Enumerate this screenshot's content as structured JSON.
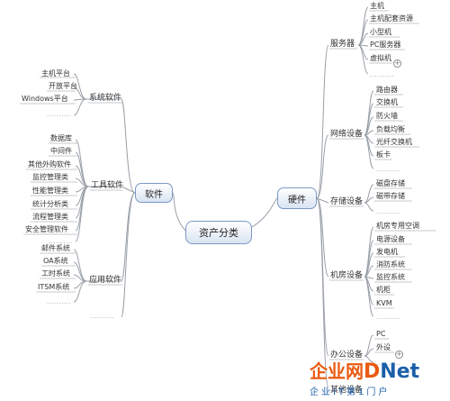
{
  "center": {
    "label": "资产分类"
  },
  "software": {
    "label": "软件",
    "categories": {
      "system": {
        "label": "系统软件",
        "items": [
          "主机平台",
          "开放平台",
          "Windows平台"
        ]
      },
      "tools": {
        "label": "工具软件",
        "items": [
          "数据库",
          "中间件",
          "其他外购软件",
          "监控管理类",
          "性能管理类",
          "统计分析类",
          "流程管理类",
          "安全管理软件"
        ]
      },
      "apps": {
        "label": "应用软件",
        "items": [
          "邮件系统",
          "OA系统",
          "工时系统",
          "ITSM系统"
        ]
      }
    }
  },
  "hardware": {
    "label": "硬件",
    "categories": {
      "server": {
        "label": "服务器",
        "items": [
          "主机",
          "主机配套资源",
          "小型机",
          "PC服务器",
          "虚拟机"
        ]
      },
      "network": {
        "label": "网络设备",
        "items": [
          "路由器",
          "交换机",
          "防火墙",
          "负载均衡",
          "光纤交换机",
          "板卡"
        ]
      },
      "storage": {
        "label": "存储设备",
        "items": [
          "磁盘存储",
          "磁带存储"
        ]
      },
      "room": {
        "label": "机房设备",
        "items": [
          "机房专用空调",
          "电源设备",
          "发电机",
          "消防系统",
          "监控系统",
          "机柜",
          "KVM"
        ]
      },
      "office": {
        "label": "办公设备",
        "items": [
          "PC",
          "外设"
        ]
      },
      "other": {
        "label": "其他设备"
      }
    }
  },
  "ellipsis": "..........",
  "expand_marker": "+",
  "watermark": {
    "line1_cn": "企业网",
    "line1_d": "D",
    "line1_net": "Net",
    "line2": "企业IT第1门户"
  },
  "colors": {
    "line": "#9aa0a8",
    "node_border": "#7a98c4",
    "logo_orange": "#ea5a10",
    "logo_blue": "#1c5fa8"
  }
}
